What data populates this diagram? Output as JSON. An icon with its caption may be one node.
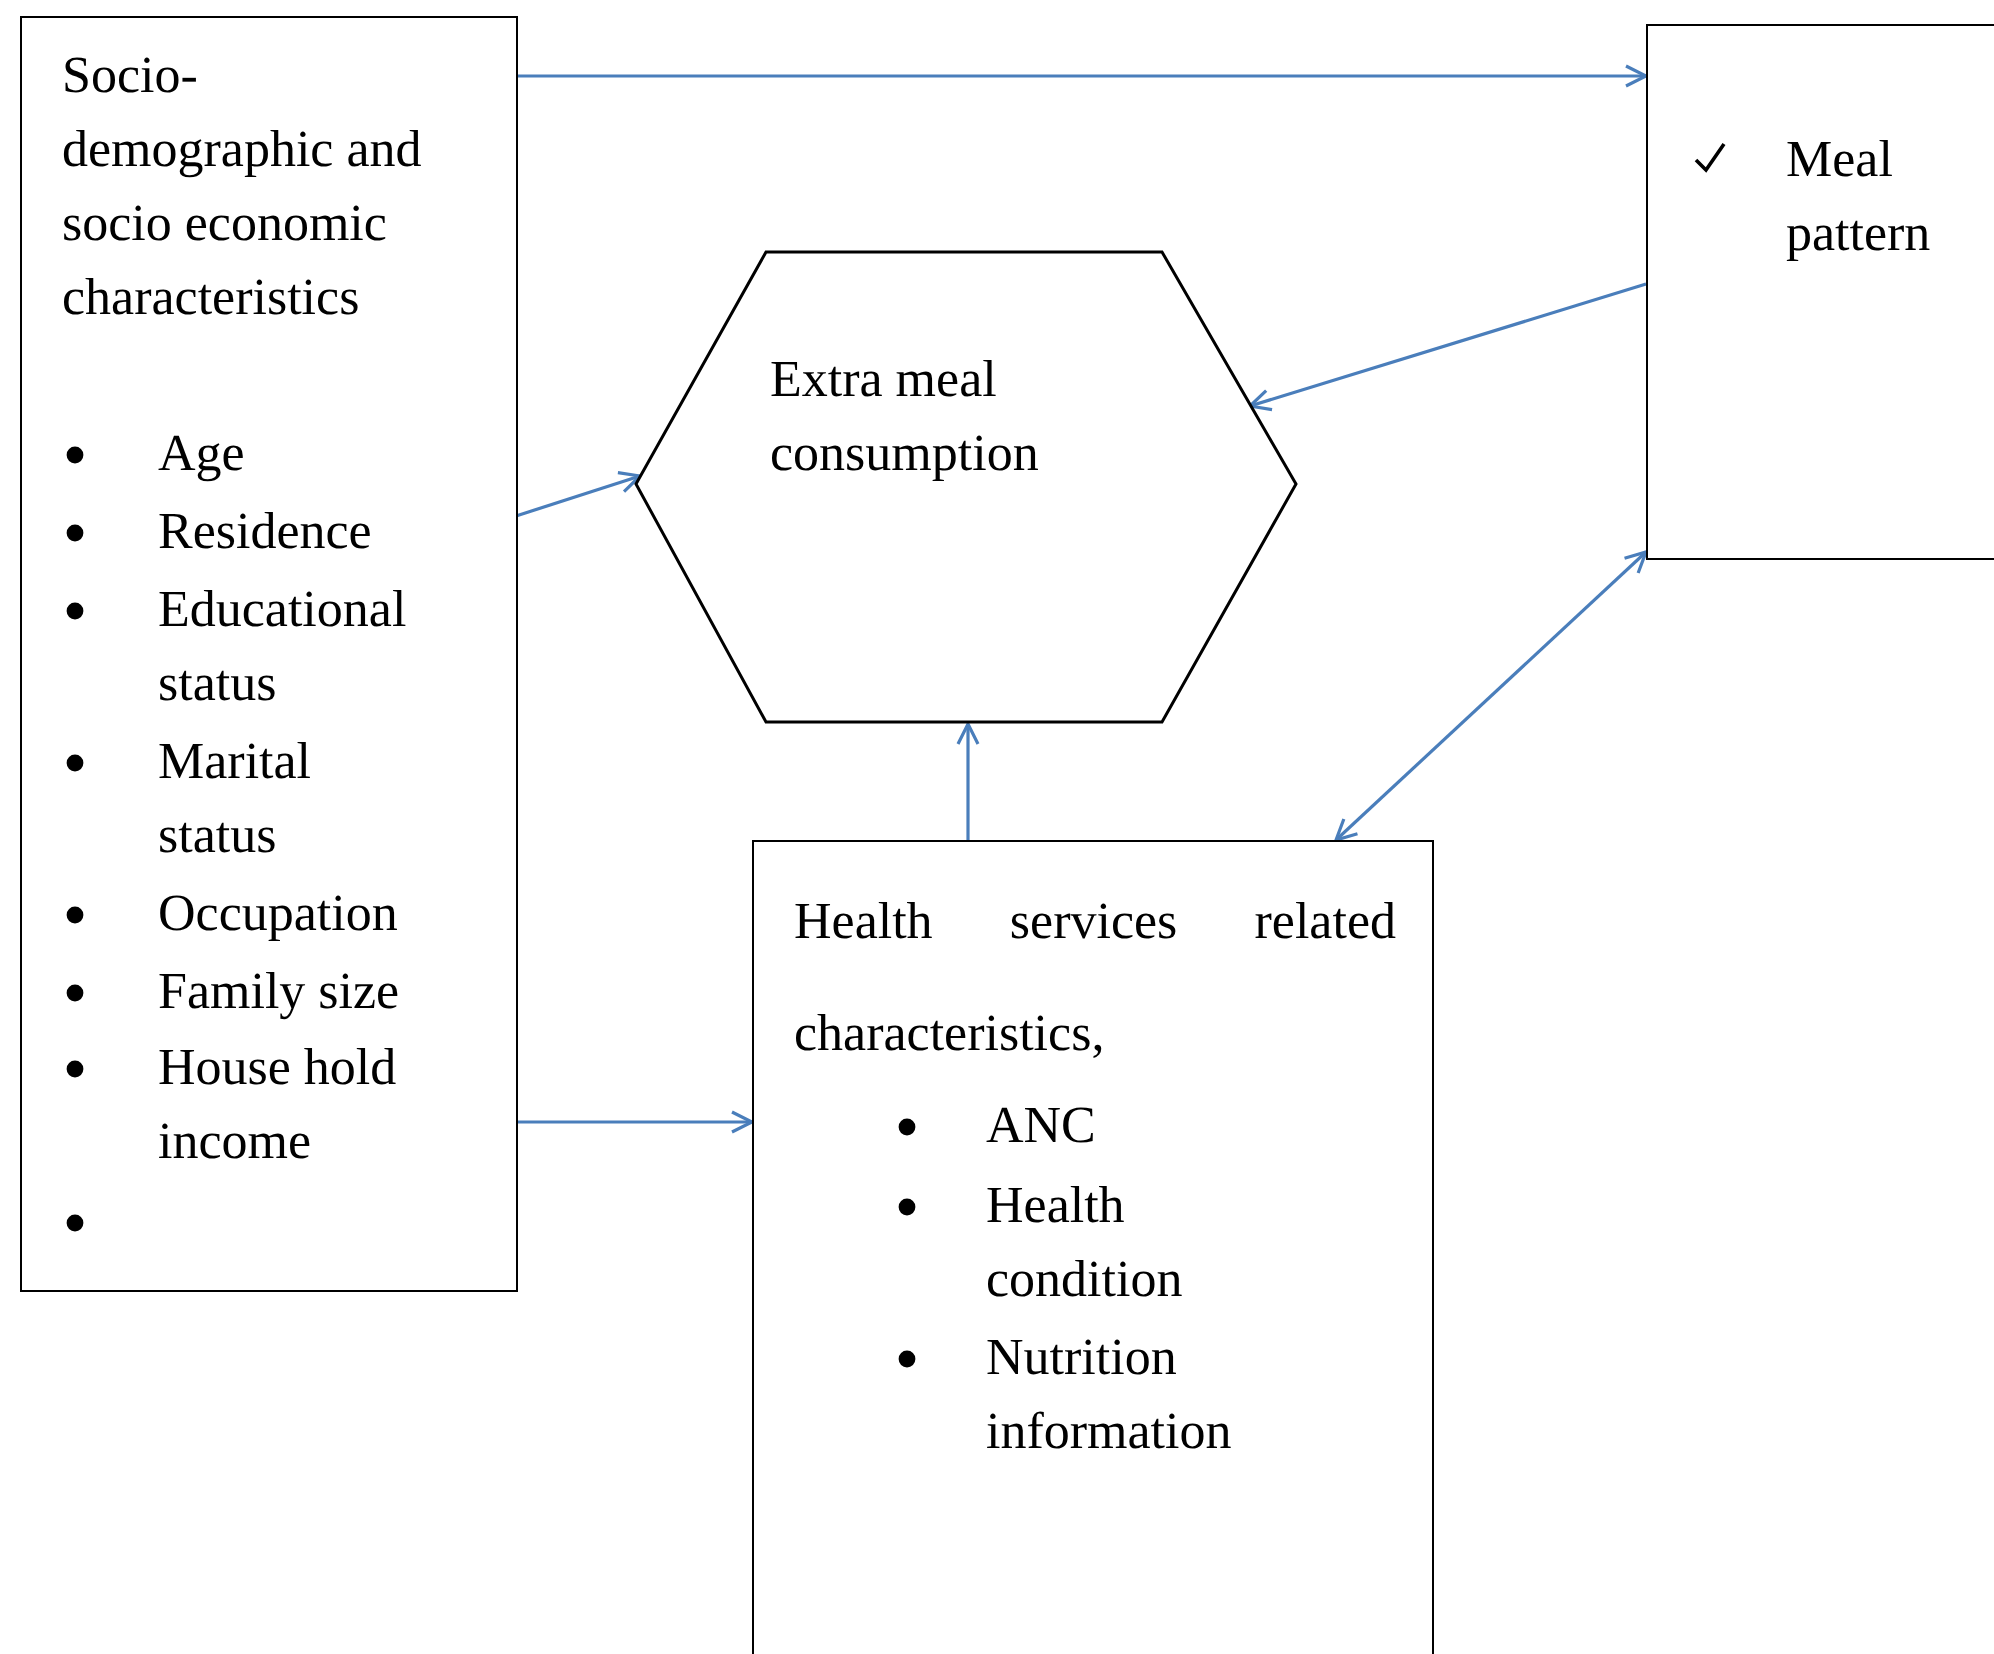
{
  "diagram": {
    "nodes": [
      {
        "text": [
          "Socio-demographic and socio economic characteristics",
          "Age",
          "Residence",
          "Educational status",
          "Marital status",
          "Occupation",
          "Family size",
          "House hold income"
        ]
      },
      {
        "text": [
          "Extra meal consumption"
        ]
      },
      {
        "text": [
          "Meal pattern"
        ]
      },
      {
        "text": [
          "Health services related characteristics,",
          "ANC",
          "Health condition",
          "Nutrition information"
        ]
      }
    ],
    "edges": [
      {
        "from": 0,
        "to": 2,
        "arrow": "to"
      },
      {
        "from": 2,
        "to": 1,
        "arrow": "to"
      },
      {
        "from": 0,
        "to": 1,
        "arrow": "to"
      },
      {
        "from": 0,
        "to": 3,
        "arrow": "to"
      },
      {
        "from": 3,
        "to": 1,
        "arrow": "to"
      },
      {
        "from": 2,
        "to": 3,
        "arrow": "both"
      }
    ]
  }
}
